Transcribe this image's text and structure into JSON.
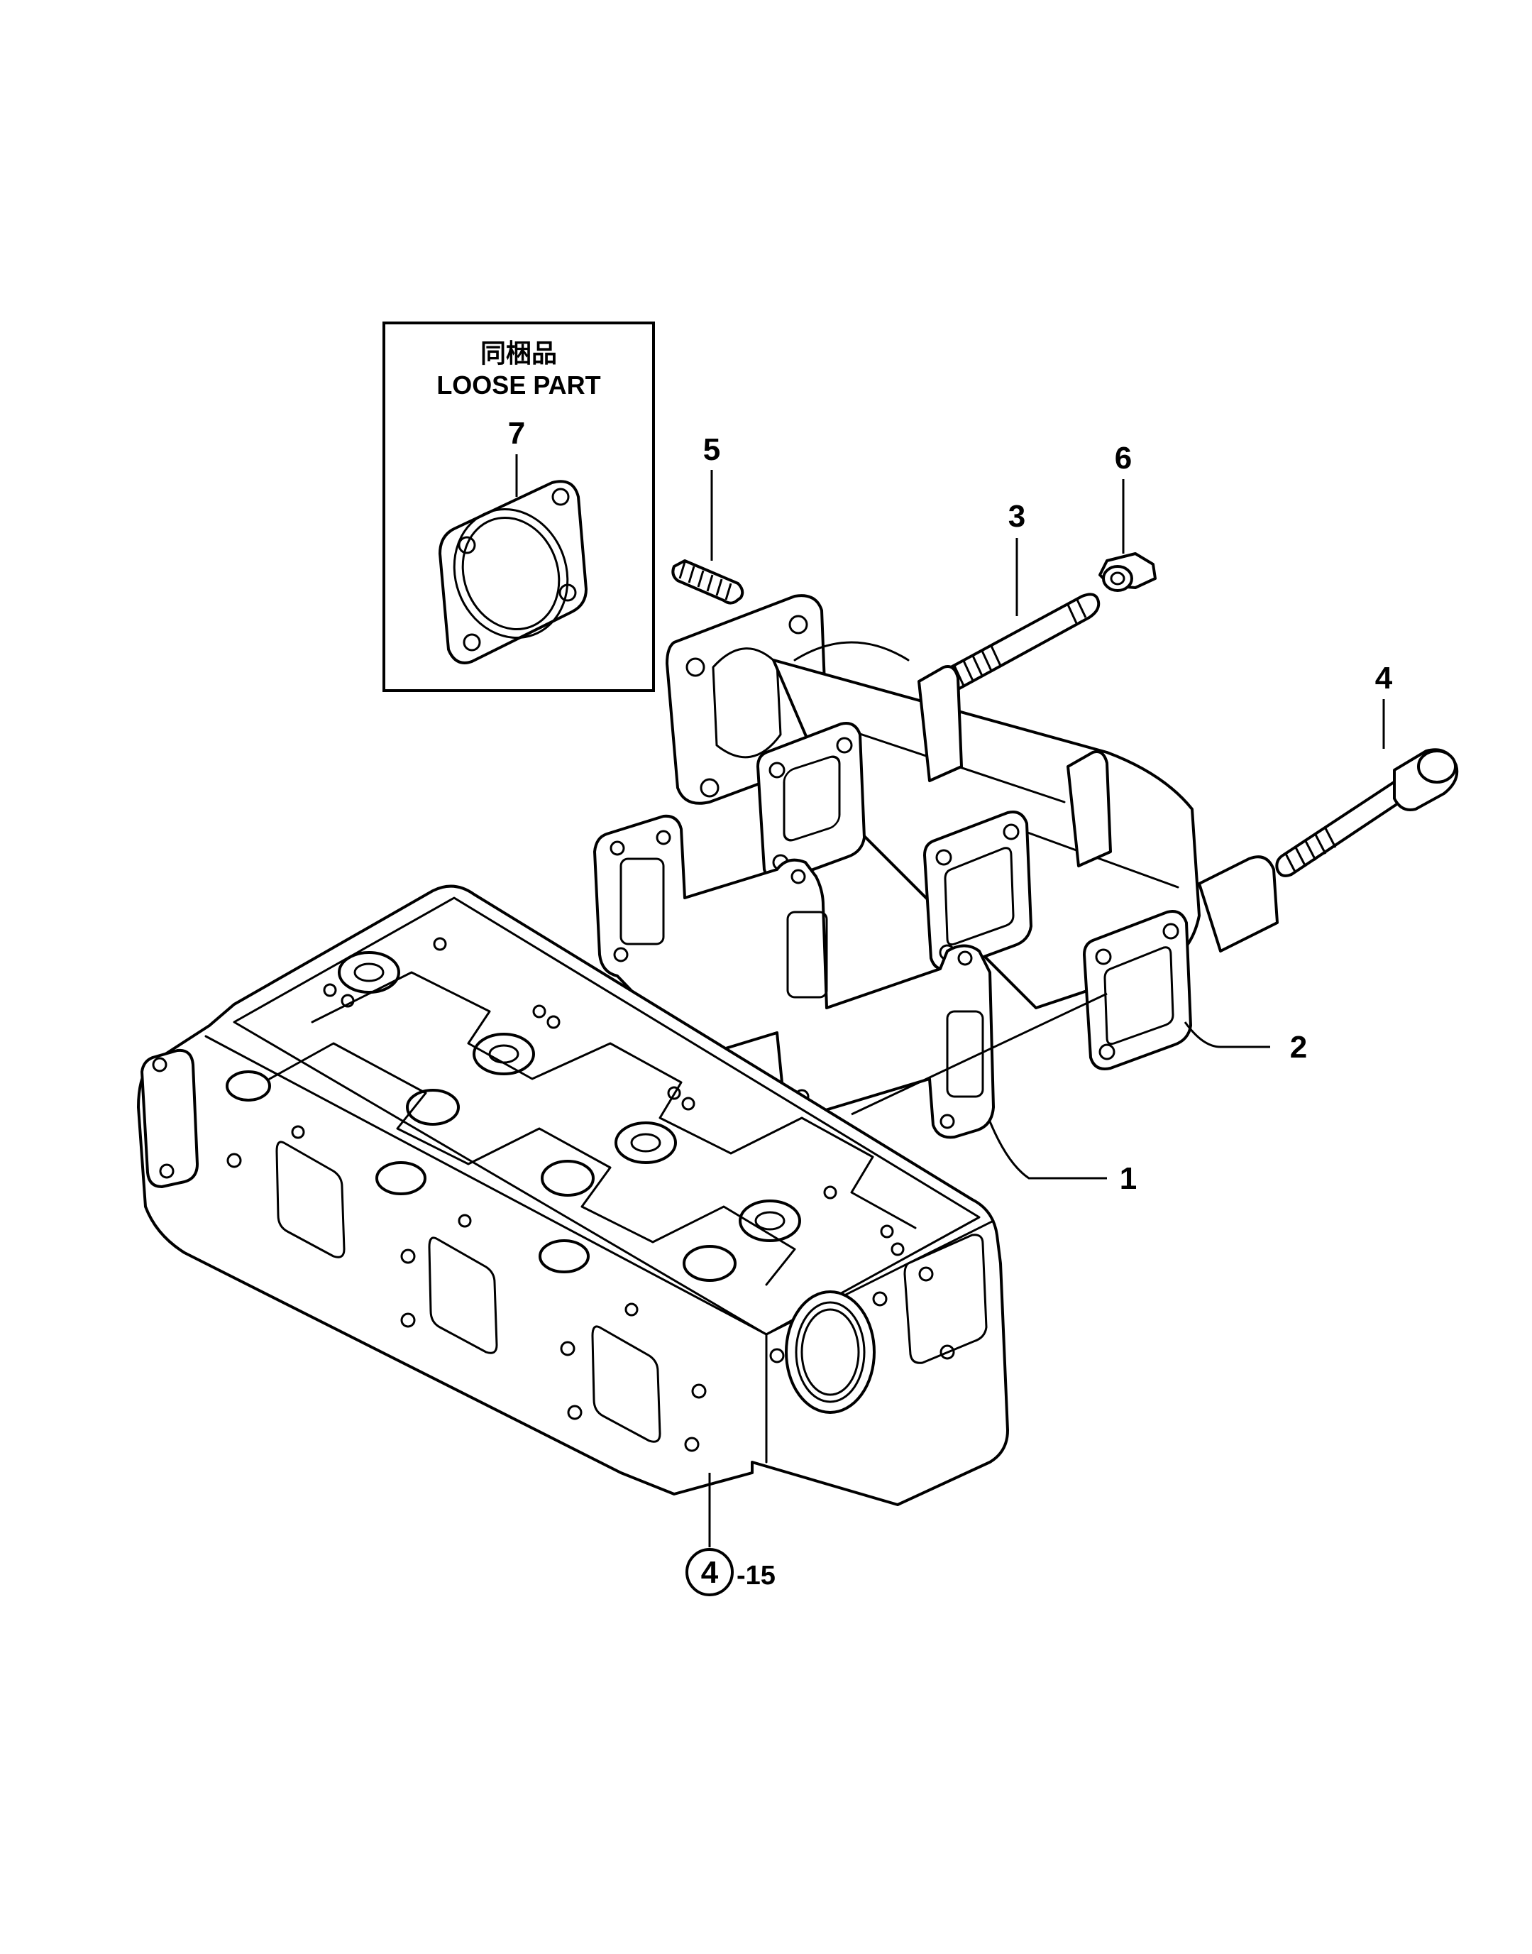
{
  "loose_box": {
    "title_jp": "同梱品",
    "title_en": "LOOSE PART"
  },
  "callouts": {
    "item1": "1",
    "item2": "2",
    "item3": "3",
    "item4": "4",
    "item5": "5",
    "item6": "6",
    "item7": "7"
  },
  "reference": {
    "circled": "4",
    "suffix": "-15"
  }
}
